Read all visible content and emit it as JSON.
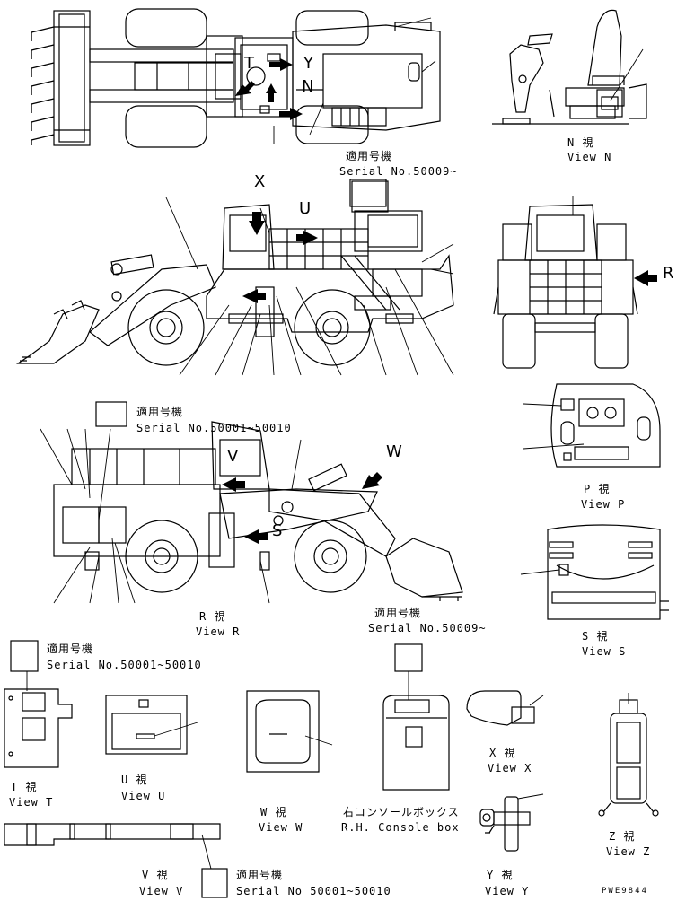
{
  "views": {
    "N": {
      "jp": "N 視",
      "en": "View N"
    },
    "P": {
      "jp": "P 視",
      "en": "View P"
    },
    "R": {
      "jp": "R 視",
      "en": "View R"
    },
    "S": {
      "jp": "S 視",
      "en": "View S"
    },
    "T": {
      "jp": "T 視",
      "en": "View T"
    },
    "U": {
      "jp": "U 視",
      "en": "View U"
    },
    "W": {
      "jp": "W 視",
      "en": "View W"
    },
    "X": {
      "jp": "X 視",
      "en": "View X"
    },
    "Y": {
      "jp": "Y 視",
      "en": "View Y"
    },
    "Z": {
      "jp": "Z 視",
      "en": "View Z"
    },
    "V": {
      "jp": "V 視",
      "en": "View V"
    }
  },
  "console": {
    "jp": "右コンソールボックス",
    "en": "R.H. Console box"
  },
  "serials": {
    "top_jp": "適用号機",
    "top_en": "Serial No.50009~",
    "mid_jp": "適用号機",
    "mid_en": "Serial No.50001~50010",
    "right_jp": "適用号機",
    "right_en": "Serial No.50009~",
    "left_jp": "適用号機",
    "left_en": "Serial No.50001~50010",
    "bottom_jp": "適用号機",
    "bottom_en": "Serial No 50001~50010"
  },
  "callouts": {
    "X": "X",
    "U": "U",
    "R": "R",
    "W": "W",
    "V": "V",
    "S": "S",
    "N": "N",
    "Y": "Y",
    "T": "T"
  },
  "doc_code": "PWE9844"
}
